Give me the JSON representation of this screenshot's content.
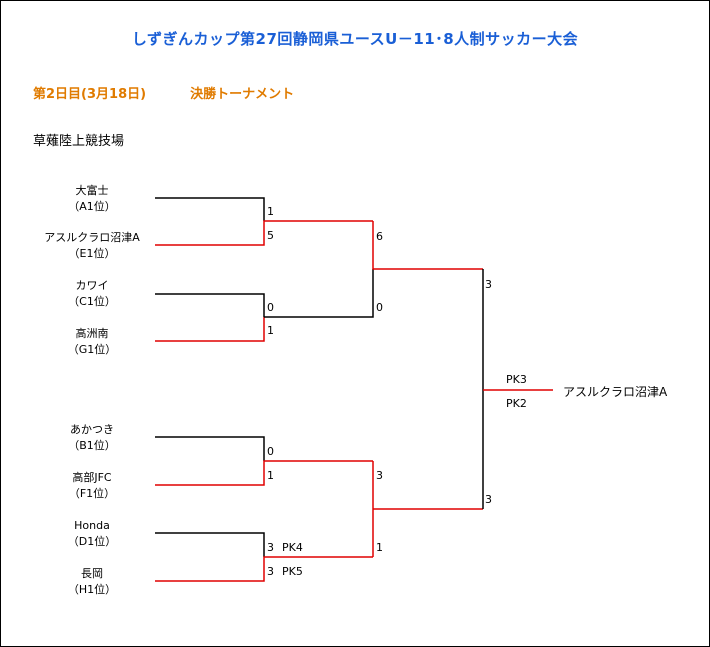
{
  "title": "しずぎんカップ第27回静岡県ユースU－11･8人制サッカー大会",
  "subtitle": {
    "day": "第2日目(3月18日)",
    "round": "決勝トーナメント"
  },
  "venue": "草薙陸上競技場",
  "teams": [
    {
      "name": "大富士",
      "seed": "（A1位）",
      "score": "1"
    },
    {
      "name": "アスルクラロ沼津A",
      "seed": "（E1位）",
      "score": "5"
    },
    {
      "name": "カワイ",
      "seed": "（C1位）",
      "score": "0"
    },
    {
      "name": "高洲南",
      "seed": "（G1位）",
      "score": "1"
    },
    {
      "name": "あかつき",
      "seed": "（B1位）",
      "score": "0"
    },
    {
      "name": "高部JFC",
      "seed": "（F1位）",
      "score": "1"
    },
    {
      "name": "Honda",
      "seed": "（D1位）",
      "score": "3"
    },
    {
      "name": "長岡",
      "seed": "（H1位）",
      "score": "3"
    }
  ],
  "pk_round1": {
    "honda": "PK4",
    "nagaoka": "PK5"
  },
  "semifinal_scores": {
    "numazu": "6",
    "takasuminami": "0",
    "takabe": "3",
    "nagaoka": "1"
  },
  "final": {
    "top_score": "3",
    "bottom_score": "3",
    "top_pk": "PK3",
    "bottom_pk": "PK2",
    "champion": "アスルクラロ沼津A"
  },
  "colors": {
    "win_line": "#e00000",
    "lose_line": "#000000",
    "title": "#1a5fd6",
    "subtitle": "#e07b00"
  }
}
